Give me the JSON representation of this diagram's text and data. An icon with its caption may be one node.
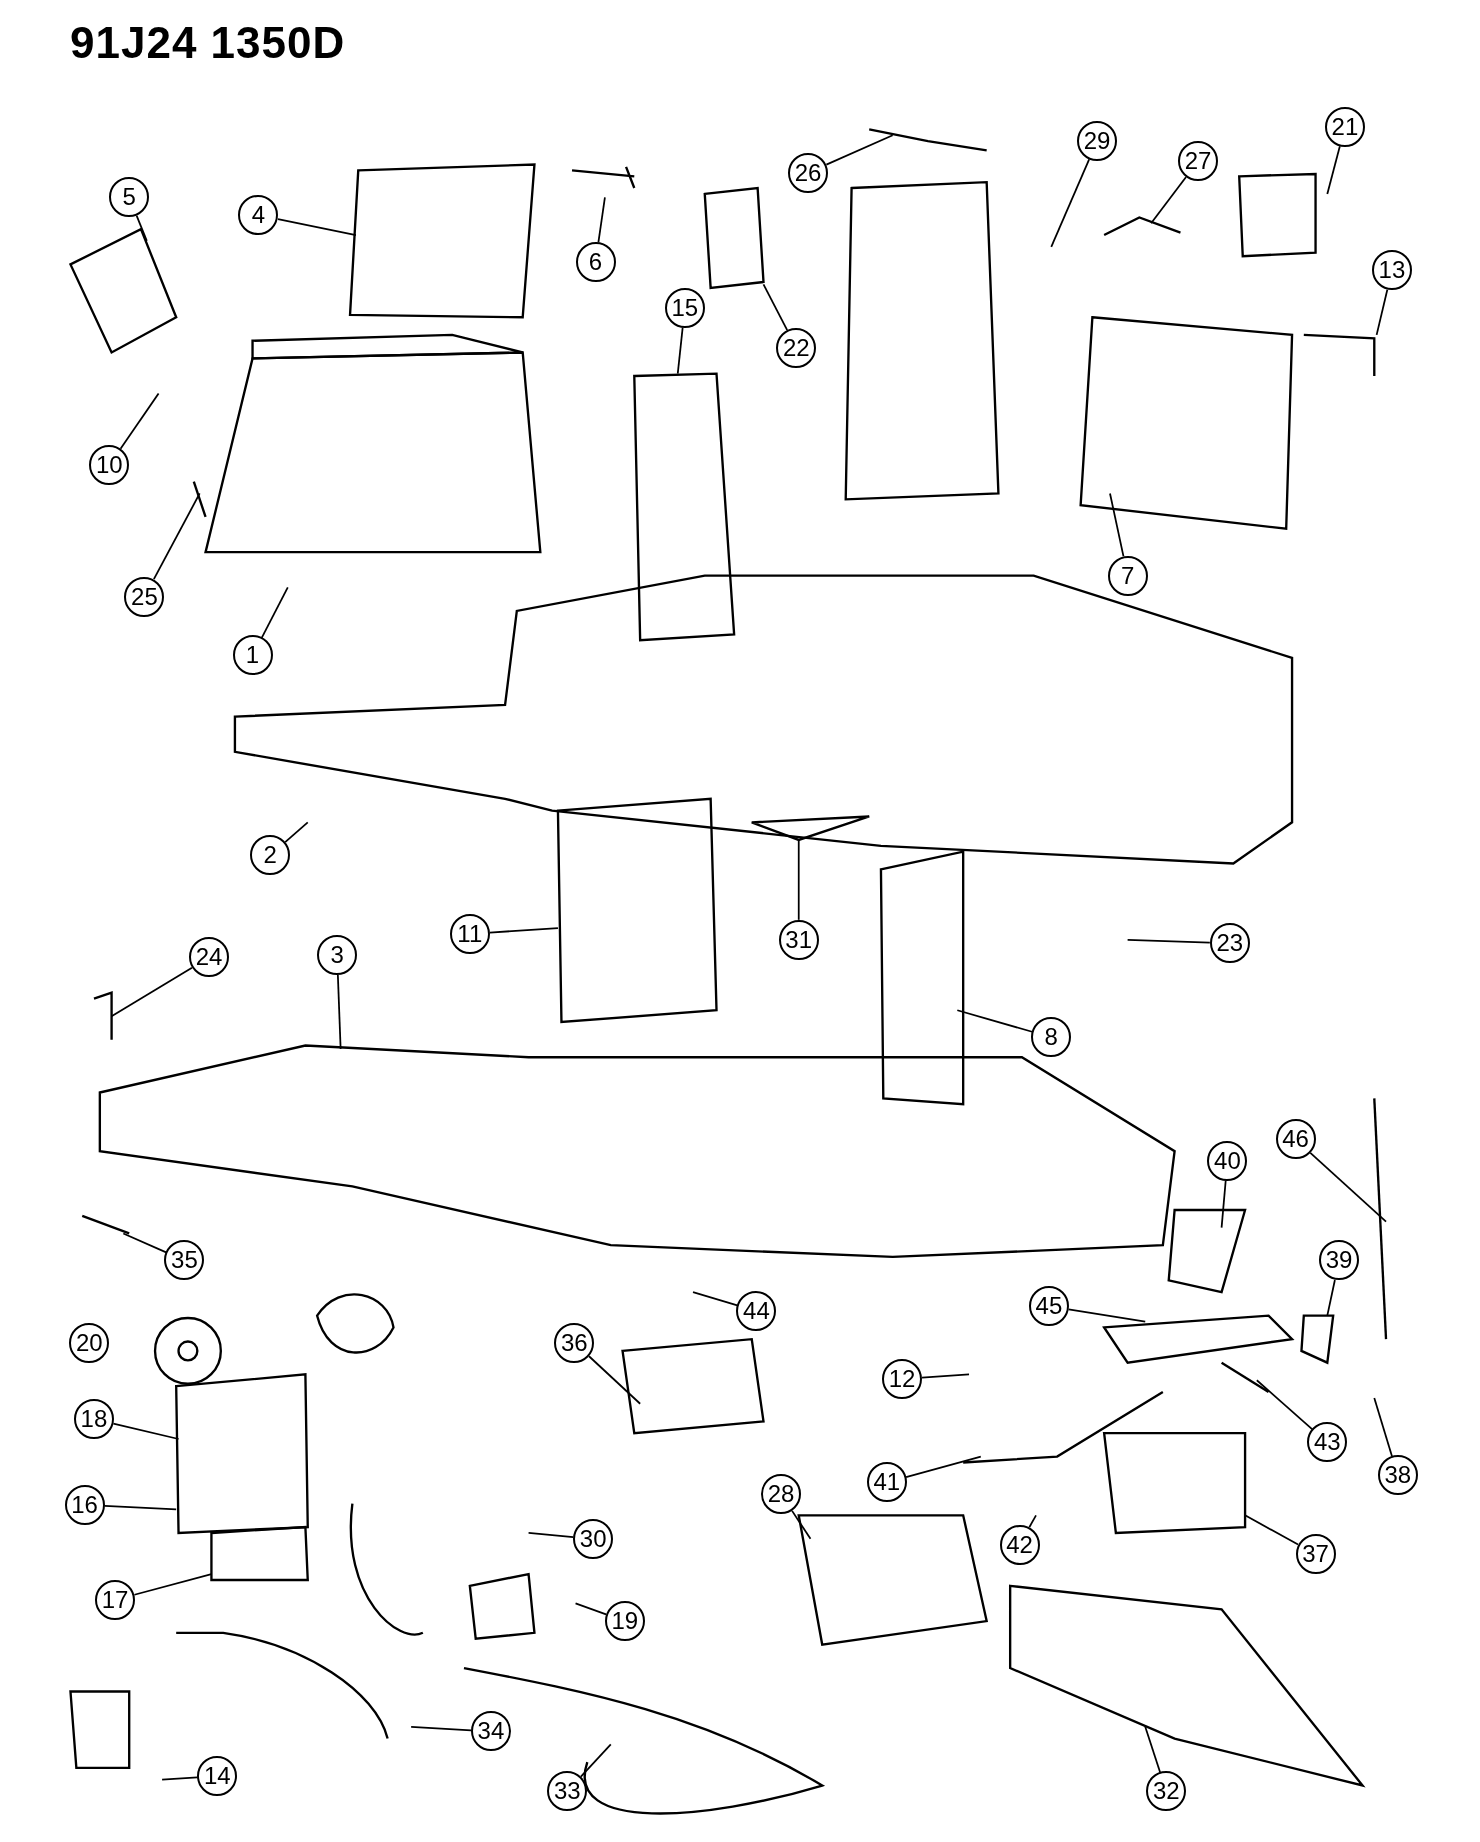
{
  "diagram": {
    "title": "91J24 1350D",
    "nodes": [
      {
        "text": [
          "1"
        ]
      },
      {
        "text": [
          "2"
        ]
      },
      {
        "text": [
          "3"
        ]
      },
      {
        "text": [
          "4"
        ]
      },
      {
        "text": [
          "5"
        ]
      },
      {
        "text": [
          "6"
        ]
      },
      {
        "text": [
          "7"
        ]
      },
      {
        "text": [
          "8"
        ]
      },
      {
        "text": [
          "10"
        ]
      },
      {
        "text": [
          "11"
        ]
      },
      {
        "text": [
          "12"
        ]
      },
      {
        "text": [
          "13"
        ]
      },
      {
        "text": [
          "14"
        ]
      },
      {
        "text": [
          "15"
        ]
      },
      {
        "text": [
          "16"
        ]
      },
      {
        "text": [
          "17"
        ]
      },
      {
        "text": [
          "18"
        ]
      },
      {
        "text": [
          "19"
        ]
      },
      {
        "text": [
          "21"
        ]
      },
      {
        "text": [
          "22"
        ]
      },
      {
        "text": [
          "23"
        ]
      },
      {
        "text": [
          "24"
        ]
      },
      {
        "text": [
          "25"
        ]
      },
      {
        "text": [
          "26"
        ]
      },
      {
        "text": [
          "27"
        ]
      },
      {
        "text": [
          "28"
        ]
      },
      {
        "text": [
          "29"
        ]
      },
      {
        "text": [
          "30"
        ]
      },
      {
        "text": [
          "31"
        ]
      },
      {
        "text": [
          "32"
        ]
      },
      {
        "text": [
          "33"
        ]
      },
      {
        "text": [
          "34"
        ]
      },
      {
        "text": [
          "35"
        ]
      },
      {
        "text": [
          "36"
        ]
      },
      {
        "text": [
          "37"
        ]
      },
      {
        "text": [
          "38"
        ]
      },
      {
        "text": [
          "39"
        ]
      },
      {
        "text": [
          "40"
        ]
      },
      {
        "text": [
          "41"
        ]
      },
      {
        "text": [
          "42"
        ]
      },
      {
        "text": [
          "43"
        ]
      },
      {
        "text": [
          "44"
        ]
      },
      {
        "text": [
          "45"
        ]
      },
      {
        "text": [
          "46"
        ]
      },
      {
        "text": [
          "20"
        ]
      }
    ],
    "edges": [
      {
        "from": 0,
        "to": null,
        "arrow": "none"
      },
      {
        "from": 1,
        "to": null,
        "arrow": "none"
      },
      {
        "from": 2,
        "to": null,
        "arrow": "none"
      },
      {
        "from": 3,
        "to": null,
        "arrow": "none"
      },
      {
        "from": 4,
        "to": null,
        "arrow": "none"
      },
      {
        "from": 5,
        "to": null,
        "arrow": "none"
      },
      {
        "from": 6,
        "to": null,
        "arrow": "none"
      },
      {
        "from": 7,
        "to": null,
        "arrow": "none"
      },
      {
        "from": 8,
        "to": null,
        "arrow": "none"
      },
      {
        "from": 9,
        "to": null,
        "arrow": "none"
      },
      {
        "from": 10,
        "to": null,
        "arrow": "none"
      },
      {
        "from": 11,
        "to": null,
        "arrow": "none"
      },
      {
        "from": 12,
        "to": null,
        "arrow": "none"
      },
      {
        "from": 13,
        "to": null,
        "arrow": "none"
      },
      {
        "from": 14,
        "to": null,
        "arrow": "none"
      },
      {
        "from": 15,
        "to": null,
        "arrow": "none"
      },
      {
        "from": 16,
        "to": null,
        "arrow": "none"
      },
      {
        "from": 17,
        "to": null,
        "arrow": "none"
      },
      {
        "from": 18,
        "to": null,
        "arrow": "none"
      },
      {
        "from": 19,
        "to": null,
        "arrow": "none"
      },
      {
        "from": 20,
        "to": null,
        "arrow": "none"
      },
      {
        "from": 21,
        "to": null,
        "arrow": "none"
      },
      {
        "from": 22,
        "to": null,
        "arrow": "none"
      },
      {
        "from": 23,
        "to": null,
        "arrow": "none"
      },
      {
        "from": 24,
        "to": null,
        "arrow": "none"
      },
      {
        "from": 25,
        "to": null,
        "arrow": "none"
      },
      {
        "from": 26,
        "to": null,
        "arrow": "none"
      },
      {
        "from": 27,
        "to": null,
        "arrow": "none"
      },
      {
        "from": 28,
        "to": null,
        "arrow": "none"
      },
      {
        "from": 29,
        "to": null,
        "arrow": "none"
      },
      {
        "from": 30,
        "to": null,
        "arrow": "none"
      },
      {
        "from": 31,
        "to": null,
        "arrow": "none"
      },
      {
        "from": 32,
        "to": null,
        "arrow": "none"
      },
      {
        "from": 33,
        "to": null,
        "arrow": "none"
      },
      {
        "from": 34,
        "to": null,
        "arrow": "none"
      },
      {
        "from": 35,
        "to": null,
        "arrow": "none"
      },
      {
        "from": 36,
        "to": null,
        "arrow": "none"
      },
      {
        "from": 37,
        "to": null,
        "arrow": "none"
      },
      {
        "from": 38,
        "to": null,
        "arrow": "none"
      },
      {
        "from": 39,
        "to": null,
        "arrow": "none"
      },
      {
        "from": 40,
        "to": null,
        "arrow": "none"
      },
      {
        "from": 41,
        "to": null,
        "arrow": "none"
      },
      {
        "from": 42,
        "to": null,
        "arrow": "none"
      },
      {
        "from": 43,
        "to": null,
        "arrow": "none"
      }
    ]
  }
}
